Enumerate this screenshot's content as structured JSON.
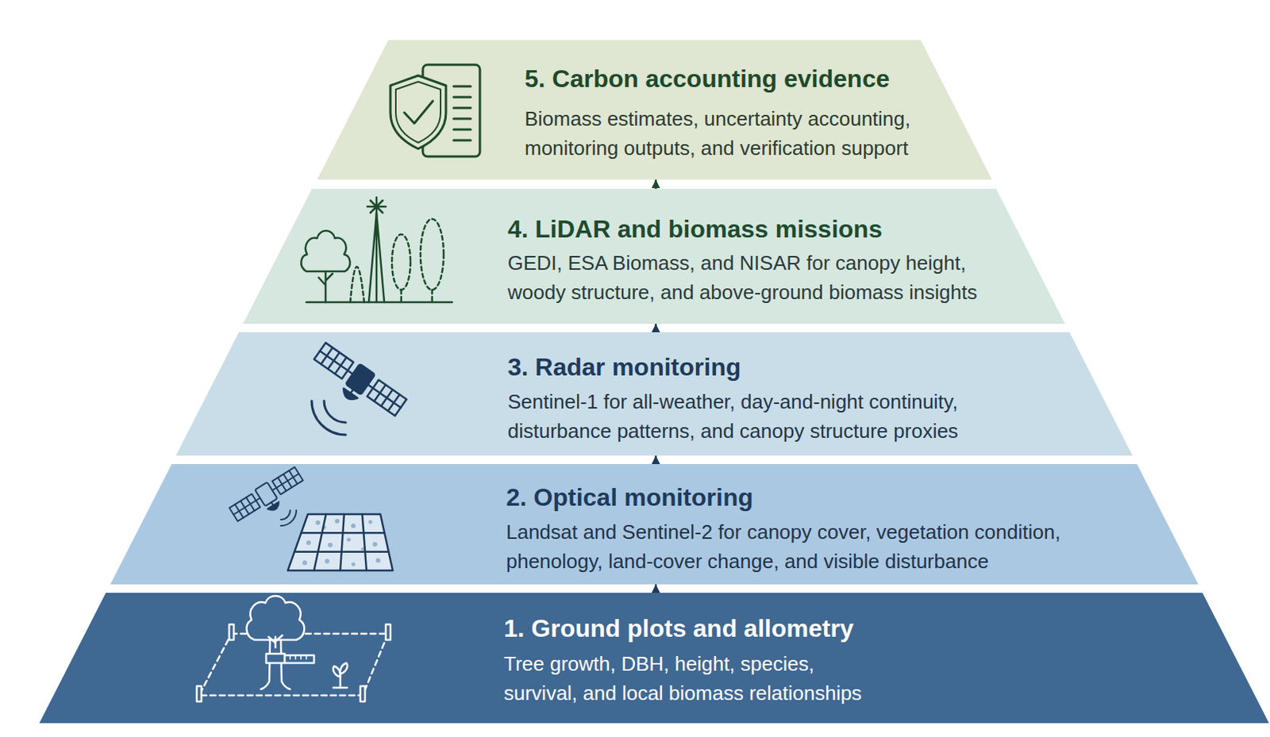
{
  "diagram": {
    "nodes": [
      {
        "text": [
          "5. Carbon accounting evidence",
          "Biomass estimates, uncertainty accounting, monitoring outputs, and verification support"
        ]
      },
      {
        "text": [
          "4. LiDAR and biomass missions",
          "GEDI, ESA Biomass, and NISAR for canopy height, woody structure, and above-ground biomass insights"
        ]
      },
      {
        "text": [
          "3. Radar monitoring",
          "Sentinel-1 for all-weather, day-and-night continuity, disturbance patterns, and canopy structure proxies"
        ]
      },
      {
        "text": [
          "2. Optical monitoring",
          "Landsat and Sentinel-2 for canopy cover, vegetation condition, phenology, land-cover change, and visible disturbance"
        ]
      },
      {
        "text": [
          "1. Ground plots and allometry",
          "Tree growth, DBH, height, species, survival, and local biomass relationships"
        ]
      }
    ],
    "edges": [
      {
        "from": 4,
        "to": 3,
        "arrow": "to"
      },
      {
        "from": 3,
        "to": 2,
        "arrow": "to"
      },
      {
        "from": 2,
        "to": 1,
        "arrow": "to"
      },
      {
        "from": 1,
        "to": 0,
        "arrow": "to"
      }
    ]
  }
}
